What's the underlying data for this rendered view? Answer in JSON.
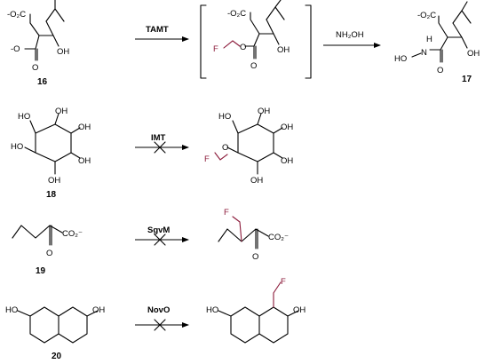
{
  "colors": {
    "fluorine": "#8b1a3a",
    "ink": "#000000"
  },
  "labels": {
    "ch": "-O₂C",
    "cm": "-O",
    "oh": "OH",
    "o": "O",
    "f": "F",
    "ho": "HO",
    "h": "H",
    "hon": "HO",
    "n": "N",
    "co2": "CO₂⁻",
    "dash": "-"
  },
  "reactions": [
    {
      "enzyme": "TAMT",
      "substrate": "16",
      "reagent": "NH₂OH",
      "product": "17",
      "blocked": false
    },
    {
      "enzyme": "IMT",
      "substrate": "18",
      "blocked": true
    },
    {
      "enzyme": "SgvM",
      "substrate": "19",
      "blocked": true
    },
    {
      "enzyme": "NovO",
      "substrate": "20",
      "blocked": true
    }
  ]
}
